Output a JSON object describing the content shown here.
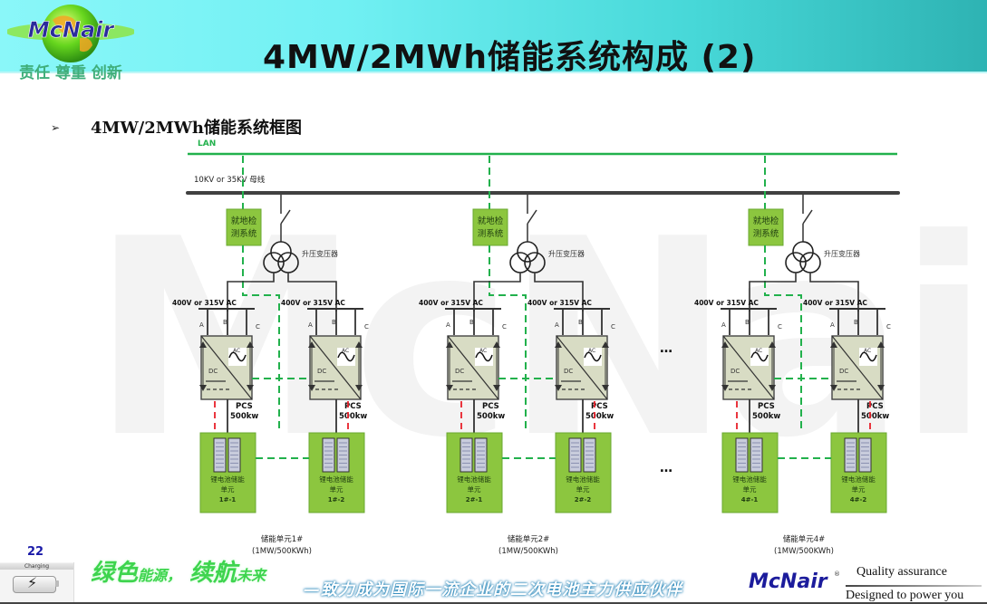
{
  "header": {
    "logo_text": "McNair",
    "logo_motto": "责任 尊重 创新",
    "title": "4MW/2MWh储能系统构成 (2)"
  },
  "section": {
    "bullet": "➢",
    "subtitle": "4MW/2MWh储能系统框图"
  },
  "watermark": "McNair",
  "diagram": {
    "lan_label": "LAN",
    "busbar_label": "10KV or 35KV 母线",
    "ellipsis": "…",
    "groups": [
      {
        "monitor_label": "就地检测系统",
        "transformer_label": "升压变压器",
        "unit_label": "储能单元1#",
        "unit_spec": "(1MW/500KWh)",
        "branches": [
          {
            "ac_label": "400V or 315V AC",
            "phases": [
              "A",
              "B",
              "C"
            ],
            "pcs_label": "PCS",
            "pcs_power": "500kw",
            "ac_tag": "AC",
            "dc_tag": "DC",
            "battery_label": "锂电池储能单元",
            "battery_id": "1#-1"
          },
          {
            "ac_label": "400V or 315V AC",
            "phases": [
              "A",
              "B",
              "C"
            ],
            "pcs_label": "PCS",
            "pcs_power": "500kw",
            "ac_tag": "AC",
            "dc_tag": "DC",
            "battery_label": "锂电池储能单元",
            "battery_id": "1#-2"
          }
        ]
      },
      {
        "monitor_label": "就地检测系统",
        "transformer_label": "升压变压器",
        "unit_label": "储能单元2#",
        "unit_spec": "(1MW/500KWh)",
        "branches": [
          {
            "ac_label": "400V or 315V AC",
            "phases": [
              "A",
              "B",
              "C"
            ],
            "pcs_label": "PCS",
            "pcs_power": "500kw",
            "ac_tag": "AC",
            "dc_tag": "DC",
            "battery_label": "锂电池储能单元",
            "battery_id": "2#-1"
          },
          {
            "ac_label": "400V or 315V AC",
            "phases": [
              "A",
              "B",
              "C"
            ],
            "pcs_label": "PCS",
            "pcs_power": "500kw",
            "ac_tag": "AC",
            "dc_tag": "DC",
            "battery_label": "锂电池储能单元",
            "battery_id": "2#-2"
          }
        ]
      },
      {
        "monitor_label": "就地检测系统",
        "transformer_label": "升压变压器",
        "unit_label": "储能单元4#",
        "unit_spec": "(1MW/500KWh)",
        "branches": [
          {
            "ac_label": "400V or 315V AC",
            "phases": [
              "A",
              "B",
              "C"
            ],
            "pcs_label": "PCS",
            "pcs_power": "500kw",
            "ac_tag": "AC",
            "dc_tag": "DC",
            "battery_label": "锂电池储能单元",
            "battery_id": "4#-1"
          },
          {
            "ac_label": "400V or 315V AC",
            "phases": [
              "A",
              "B",
              "C"
            ],
            "pcs_label": "PCS",
            "pcs_power": "500kw",
            "ac_tag": "AC",
            "dc_tag": "DC",
            "battery_label": "锂电池储能单元",
            "battery_id": "4#-2"
          }
        ]
      }
    ],
    "colors": {
      "lan": "#22b14c",
      "busbar": "#404040",
      "box_green": "#8cc63f",
      "pcs_fill": "#d8dcc4",
      "signal_red": "#e8202a"
    }
  },
  "footer": {
    "page_number": "22",
    "charging_label": "Charging",
    "slogan_main": "绿色能源，续航未来",
    "slogan_part1_big": "绿色",
    "slogan_part1_small": "能源，",
    "slogan_part2_big": "续航",
    "slogan_part2_small": "未来",
    "slogan_sub": "—致力成为国际一流企业的二次电池主力供应伙伴",
    "brand": "McNair",
    "registered": "®",
    "quality": "Quality assurance",
    "tagline": "Designed to power you"
  }
}
